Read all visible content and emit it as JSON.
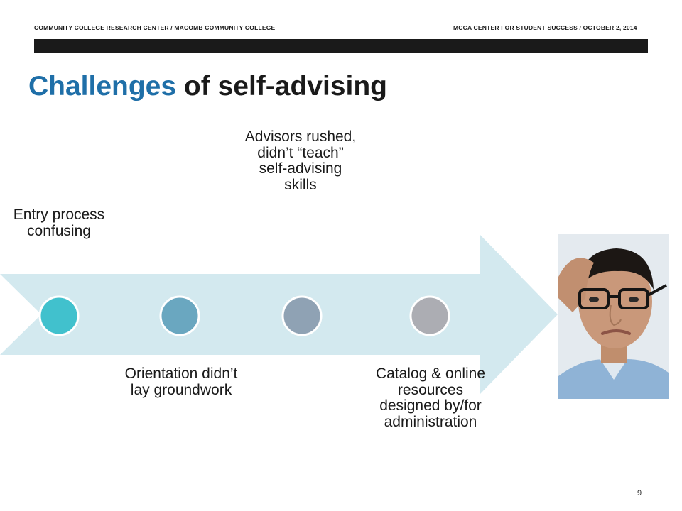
{
  "header": {
    "left": "COMMUNITY COLLEGE RESEARCH CENTER /  MACOMB COMMUNITY COLLEGE",
    "right": "MCCA CENTER FOR STUDENT SUCCESS / OCTOBER 2,  2014"
  },
  "title": {
    "accent": "Challenges",
    "rest": " of self-advising"
  },
  "process": {
    "arrow_color": "#d3e9ef",
    "steps": [
      {
        "label": "Entry process confusing",
        "color": "#41c1cd",
        "position": "above"
      },
      {
        "label": "Orientation didn’t lay groundwork",
        "color": "#6aa7c0",
        "position": "below"
      },
      {
        "label": "Advisors rushed, didn’t “teach” self-advising skills",
        "color": "#8fa2b4",
        "position": "above"
      },
      {
        "label": "Catalog & online resources designed by/for administration",
        "color": "#acadb3",
        "position": "below"
      }
    ]
  },
  "page_number": "9"
}
